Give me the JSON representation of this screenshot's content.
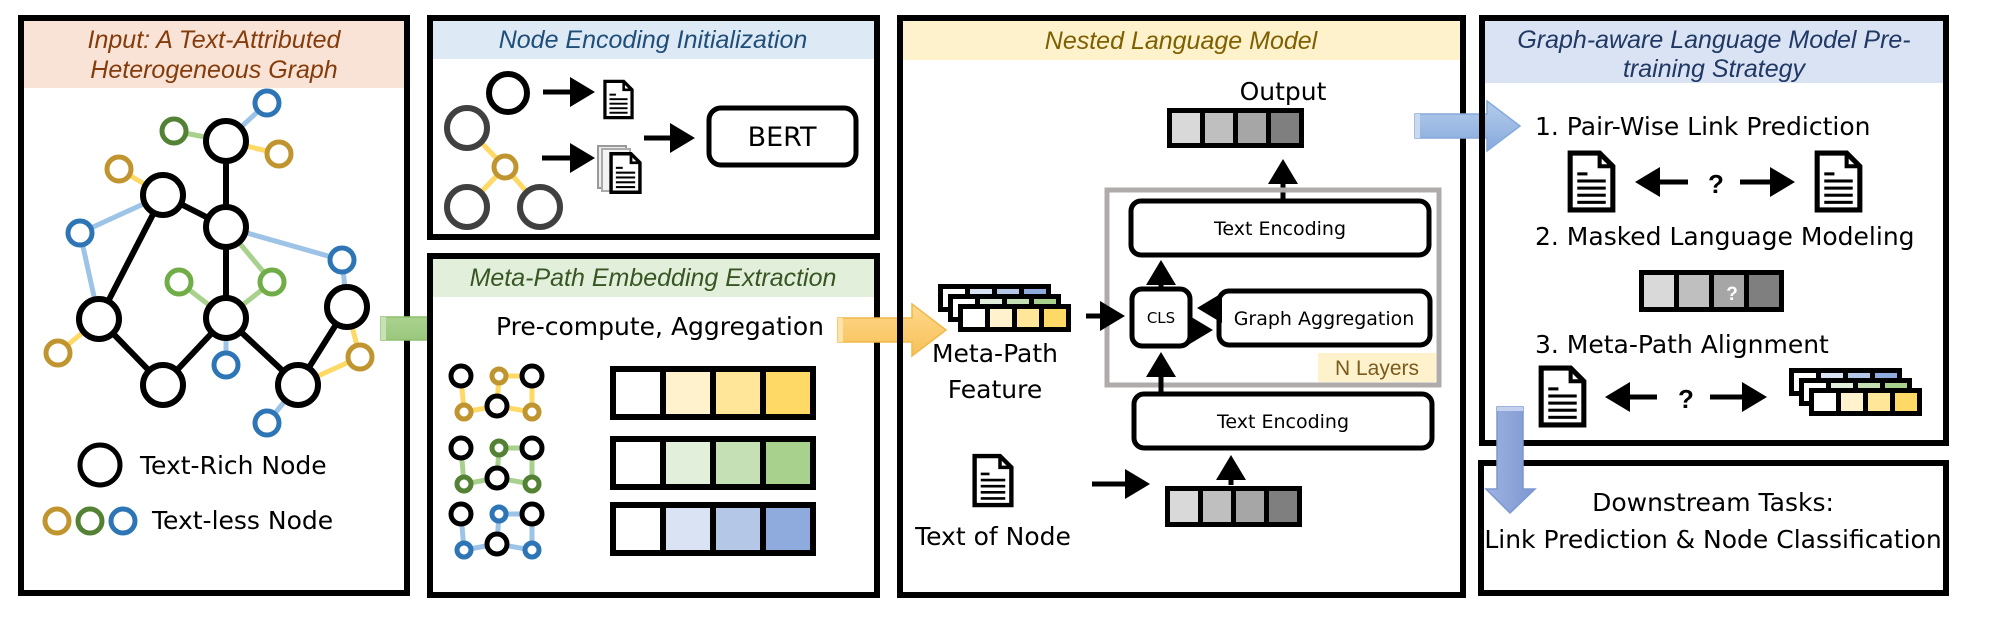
{
  "panels": {
    "input": {
      "title_line1": "Input: A Text-Attributed",
      "title_line2": "Heterogeneous Graph",
      "legend_text_rich": "Text-Rich Node",
      "legend_text_less": "Text-less Node"
    },
    "node_encoding": {
      "title": "Node Encoding Initialization",
      "model_label": "BERT"
    },
    "meta_path": {
      "title": "Meta-Path Embedding Extraction",
      "subtitle": "Pre-compute, Aggregation"
    },
    "nested_lm": {
      "title": "Nested Language Model",
      "output_label": "Output",
      "text_encoding_top": "Text Encoding",
      "cls_label": "CLS",
      "graph_aggregation": "Graph Aggregation",
      "n_layers": "N Layers",
      "text_encoding_bottom": "Text Encoding",
      "meta_path_feature_line1": "Meta-Path",
      "meta_path_feature_line2": "Feature",
      "text_of_node": "Text of Node"
    },
    "pretraining": {
      "title_line1": "Graph-aware Language Model Pre-",
      "title_line2": "training Strategy",
      "task1": "1. Pair-Wise Link Prediction",
      "task2": "2. Masked Language Modeling",
      "task3": "3. Meta-Path Alignment",
      "unknown_mark": "?",
      "mask_token": "?"
    },
    "downstream": {
      "line1": "Downstream Tasks:",
      "line2": "Link Prediction & Node Classification"
    }
  },
  "colors": {
    "input_header_bg": "#f9e3d6",
    "input_header_text": "#843c0c",
    "node_enc_header_bg": "#dde9f5",
    "node_enc_header_text": "#1f4e79",
    "meta_header_bg": "#e2efda",
    "meta_header_text": "#375623",
    "nested_header_bg": "#fdf2cc",
    "nested_header_text": "#7f6000",
    "pre_header_bg": "#dae3f3",
    "pre_header_text": "#203864",
    "gold_node": "#c09530",
    "gold_edge": "#ffd966",
    "green_dark_node": "#548235",
    "green_node": "#70ad47",
    "green_edge": "#a9d18e",
    "blue_node": "#2e75b6",
    "blue_edge": "#9dc3e6",
    "gray_node": "#404040",
    "yellow_scale": [
      "#ffffff",
      "#fff2cc",
      "#ffe699",
      "#ffd966"
    ],
    "green_scale": [
      "#ffffff",
      "#e2efda",
      "#c5e0b4",
      "#a9d18e"
    ],
    "blue_scale": [
      "#ffffff",
      "#dae3f3",
      "#b4c7e7",
      "#8faadc"
    ],
    "gray_scale": [
      "#d9d9d9",
      "#bfbfbf",
      "#a6a6a6",
      "#7f7f7f"
    ]
  }
}
